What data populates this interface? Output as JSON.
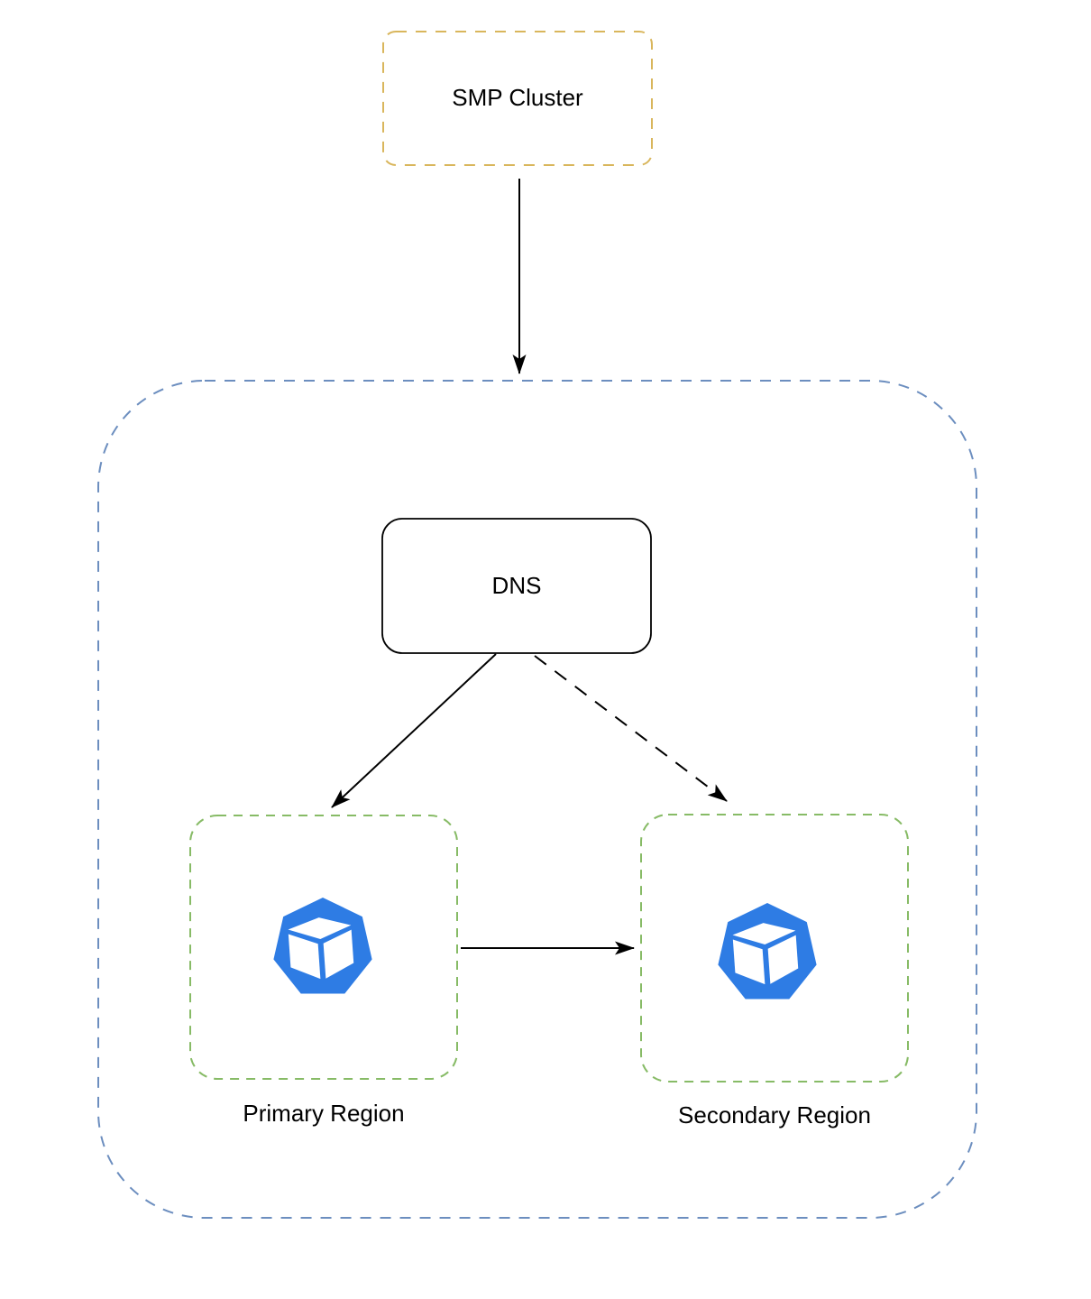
{
  "diagram": {
    "nodes": {
      "smp_cluster": {
        "label": "SMP Cluster",
        "shape": "rounded-rect",
        "border_style": "dashed"
      },
      "region_container": {
        "label": "",
        "shape": "rounded-rect",
        "border_style": "dashed"
      },
      "dns": {
        "label": "DNS",
        "shape": "rounded-rect",
        "border_style": "solid"
      },
      "primary_region": {
        "label": "Primary Region",
        "icon": "heptagon-cube-icon",
        "border_style": "dashed"
      },
      "secondary_region": {
        "label": "Secondary Region",
        "icon": "heptagon-cube-icon",
        "border_style": "dashed"
      }
    },
    "edges": [
      {
        "from": "smp_cluster",
        "to": "region_container",
        "style": "solid-arrow"
      },
      {
        "from": "dns",
        "to": "primary_region",
        "style": "solid-arrow"
      },
      {
        "from": "dns",
        "to": "secondary_region",
        "style": "dashed-arrow"
      },
      {
        "from": "primary_region",
        "to": "secondary_region",
        "style": "solid-arrow"
      }
    ],
    "colors": {
      "smp_border": "#D9B65C",
      "container_border": "#6C8EBF",
      "region_border": "#87BB66",
      "dns_border": "#000000",
      "icon_blue": "#2E7CE4",
      "arrow": "#000000",
      "shape_fill": "#ffffff"
    }
  }
}
